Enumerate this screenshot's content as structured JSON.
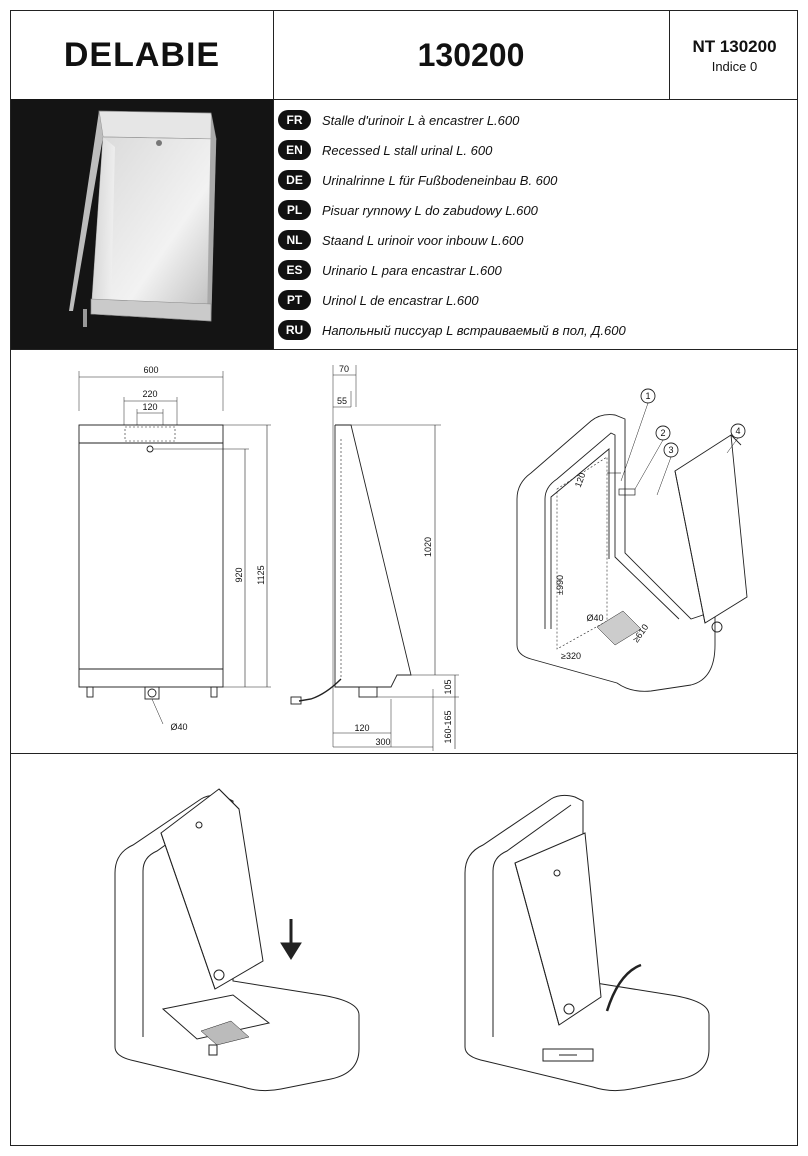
{
  "header": {
    "brand": "DELABIE",
    "reference": "130200",
    "nt_code": "NT 130200",
    "indice": "Indice 0"
  },
  "languages": [
    {
      "code": "FR",
      "text": "Stalle d'urinoir L à encastrer L.600"
    },
    {
      "code": "EN",
      "text": "Recessed L stall urinal L. 600"
    },
    {
      "code": "DE",
      "text": "Urinalrinne L für Fußbodeneinbau B. 600"
    },
    {
      "code": "PL",
      "text": "Pisuar rynnowy L do zabudowy L.600"
    },
    {
      "code": "NL",
      "text": "Staand L urinoir voor inbouw L.600"
    },
    {
      "code": "ES",
      "text": "Urinario L para encastrar L.600"
    },
    {
      "code": "PT",
      "text": "Urinol L de encastrar L.600"
    },
    {
      "code": "RU",
      "text": "Напольный писсуар L встраиваемый в пол, Д.600"
    }
  ],
  "dimensions": {
    "front": {
      "width": "600",
      "top_opening": "220",
      "top_inner": "120",
      "height_inner": "920",
      "height_total": "1125",
      "drain": "Ø40"
    },
    "side": {
      "depth_top": "70",
      "depth_inner": "55",
      "height": "1020",
      "step": "105",
      "trap": "120",
      "depth_base": "300",
      "floor_range": "160-165"
    },
    "iso": {
      "c1": "1",
      "c2": "2",
      "c3": "3",
      "c4": "4",
      "d120": "120",
      "d990": "±990",
      "d40": "Ø40",
      "d320": "≥320",
      "d610": "≥610"
    }
  }
}
